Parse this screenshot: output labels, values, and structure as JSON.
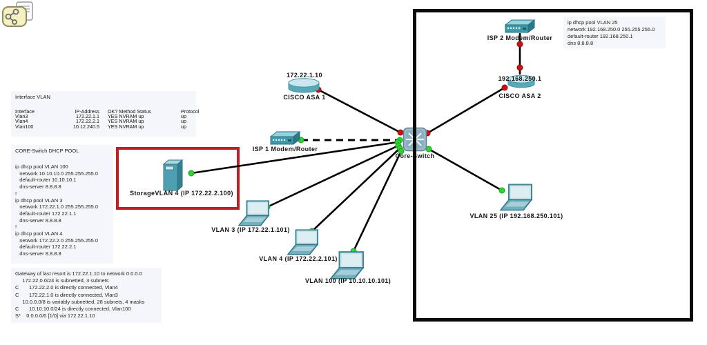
{
  "colors": {
    "link": "#000000",
    "status_up": "#2ed52e",
    "status_down": "#cc1111",
    "highlight_box": "#bd1f27",
    "region_box": "#0a0a0a",
    "device_teal": "#4da0b0",
    "note_bg": "#f4f6f9"
  },
  "annotations": {
    "interface_table": {
      "title": "Interface VLAN",
      "header": [
        "Interface",
        "IP-Address",
        "OK? Method Status",
        "Protocol"
      ],
      "rows": [
        [
          "Vlan3",
          "172.22.1.1",
          "YES NVRAM  up",
          "up"
        ],
        [
          "Vlan4",
          "172.22.2.1",
          "YES NVRAM  up",
          "up"
        ],
        [
          "Vlan100",
          "10.12.240.5",
          "YES NVRAM  up",
          "up"
        ]
      ]
    },
    "dhcp_pool": {
      "title": "CORE-Switch DHCP POOL",
      "lines": [
        "ip dhcp pool VLAN 100",
        "   network 10.10.10.0 255.255.255.0",
        "   default-router 10.10.10.1",
        "   dns-server 8.8.8.8",
        "!",
        "ip dhcp pool VLAN 3",
        "   network 172.22.1.0 255.255.255.0",
        "   default-router 172.22.1.1",
        "   dns-server 8.8.8.8",
        "!",
        "ip dhcp pool VLAN 4",
        "   network 172.22.2.0 255.255.255.0",
        "   default-router 172.22.2.1",
        "   dns-server 8.8.8.8"
      ]
    },
    "routing_table": {
      "lines": [
        "Gateway of last resort is 172.22.1.10 to network 0.0.0.0",
        "     172.22.0.0/24 is subnetted, 3 subnets",
        "C       172.22.2.0 is directly connected, Vlan4",
        "C       172.22.1.0 is directly connected, Vlan3",
        "     10.0.0.0/8 is variably subnetted, 28 subnets, 4 masks",
        "C       10.10.10.0/24 is directly connected, Vlan100",
        "S*    0.0.0.0/0 [1/0] via 172.22.1.10"
      ]
    },
    "vlan25_pool": {
      "lines": [
        "ip dhcp pool VLAN 25",
        "network 192.168.250.0 255.255.255.0",
        "default-router 192.168.250.1",
        "dns 8.8.8.8"
      ]
    }
  },
  "devices": {
    "isp2": {
      "type": "modem-router",
      "label": "ISP 2 Modem/Router"
    },
    "asa2": {
      "type": "router-firewall",
      "ip": "192.168.250.1",
      "label": "CISCO ASA 2"
    },
    "asa1": {
      "type": "router-firewall",
      "ip": "172.22.1.10",
      "label": "CISCO ASA 1"
    },
    "isp1": {
      "type": "modem-router",
      "label": "ISP 1  Modem/Router"
    },
    "core": {
      "type": "multilayer-switch",
      "label": "Core-Switch"
    },
    "storage": {
      "type": "server",
      "label": "StorageVLAN 4 (IP 172.22.2.100)"
    },
    "vlan3": {
      "type": "laptop",
      "label": "VLAN 3 (IP 172.22.1.101)"
    },
    "vlan4": {
      "type": "laptop",
      "label": "VLAN 4 (IP 172.22.2.101)"
    },
    "vlan100": {
      "type": "laptop",
      "label": "VLAN 100 (IP 10.10.10.101)"
    },
    "vlan25": {
      "type": "laptop",
      "label": "VLAN 25 (IP 192.168.250.101)"
    }
  },
  "links": [
    {
      "from": "CISCO ASA 1",
      "to": "Core-Switch",
      "status": "down",
      "style": "solid"
    },
    {
      "from": "ISP 1 Modem/Router",
      "to": "Core-Switch",
      "status": "up",
      "style": "dashed"
    },
    {
      "from": "StorageVLAN 4",
      "to": "Core-Switch",
      "status": "up",
      "style": "solid"
    },
    {
      "from": "VLAN 3",
      "to": "Core-Switch",
      "status": "up",
      "style": "solid"
    },
    {
      "from": "VLAN 4",
      "to": "Core-Switch",
      "status": "up",
      "style": "solid"
    },
    {
      "from": "VLAN 100",
      "to": "Core-Switch",
      "status": "up",
      "style": "solid"
    },
    {
      "from": "VLAN 25",
      "to": "Core-Switch",
      "status": "up",
      "style": "solid"
    },
    {
      "from": "CISCO ASA 2",
      "to": "Core-Switch",
      "status": "down",
      "style": "solid"
    },
    {
      "from": "ISP 2 Modem/Router",
      "to": "CISCO ASA 2",
      "status": "down",
      "style": "solid"
    }
  ]
}
